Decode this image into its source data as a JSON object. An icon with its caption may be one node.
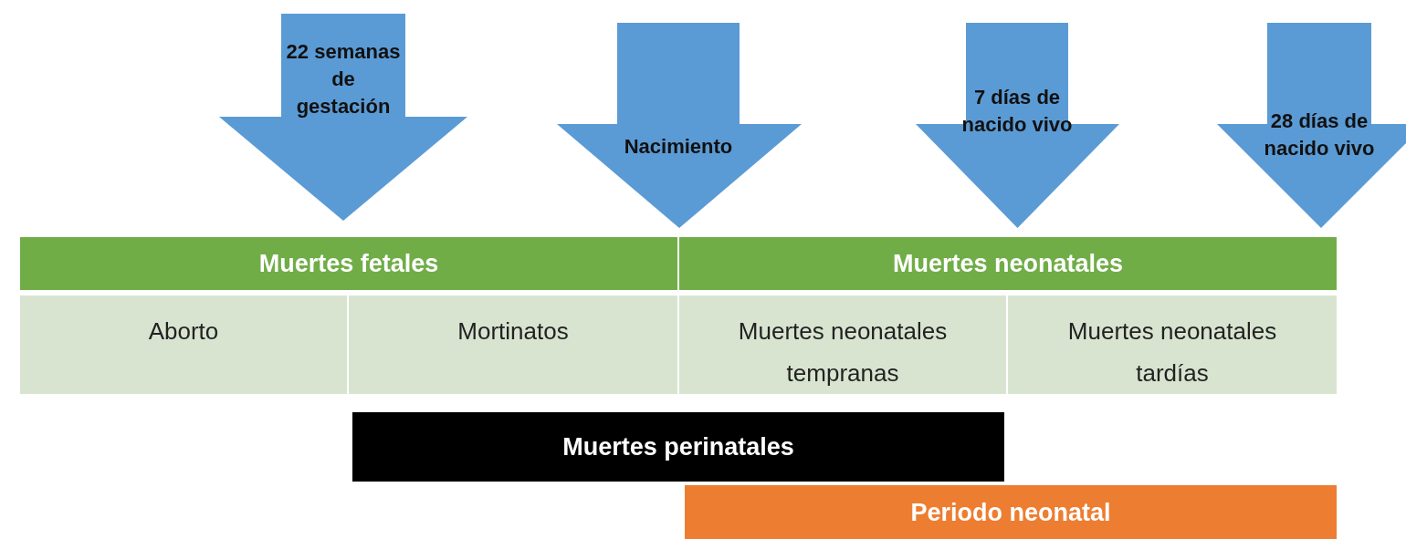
{
  "diagram": {
    "nodes": [
      {
        "text": [
          "22 semanas de gestación"
        ]
      },
      {
        "text": [
          "Nacimiento"
        ]
      },
      {
        "text": [
          "7 días de nacido vivo"
        ]
      },
      {
        "text": [
          "28 días de nacido vivo"
        ]
      },
      {
        "text": [
          "Muertes fetales"
        ]
      },
      {
        "text": [
          "Muertes neonatales"
        ]
      },
      {
        "text": [
          "Aborto"
        ]
      },
      {
        "text": [
          "Mortinatos"
        ]
      },
      {
        "text": [
          "Muertes neonatales tempranas"
        ]
      },
      {
        "text": [
          "Muertes neonatales tardías"
        ]
      },
      {
        "text": [
          "Muertes perinatales"
        ]
      },
      {
        "text": [
          "Periodo neonatal"
        ]
      }
    ]
  }
}
